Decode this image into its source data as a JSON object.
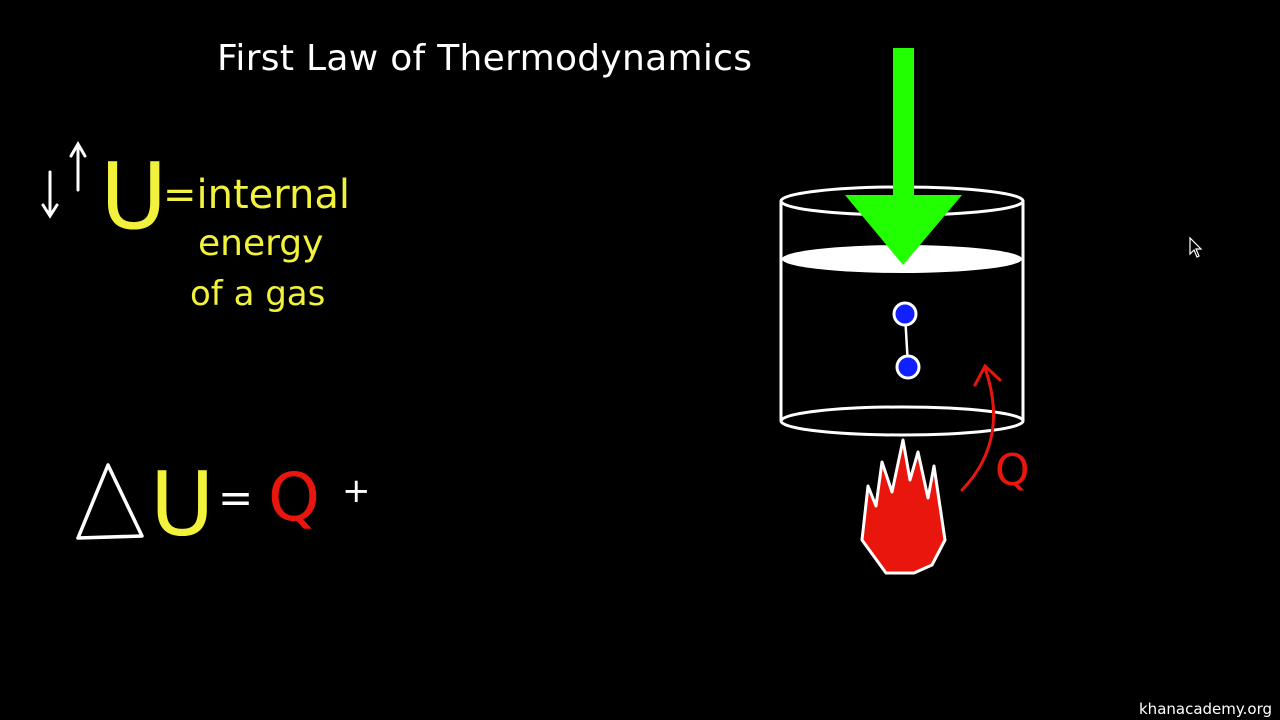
{
  "title": "First Law of Thermodynamics",
  "watermark": "khanacademy.org",
  "colors": {
    "background": "#000000",
    "chalk_white": "#ffffff",
    "chalk_yellow": "#f2f23c",
    "heat_red": "#e8160c",
    "work_green": "#22ff00",
    "molecule_blue": "#1020ff"
  },
  "notes": {
    "U_symbol": "U",
    "definition_line1": "=internal",
    "definition_line2": "energy",
    "definition_line3": "of a gas"
  },
  "equation": {
    "delta": "Δ",
    "U": "U",
    "equals": "=",
    "Q": "Q",
    "plus": "+"
  },
  "diagram": {
    "heat_label": "Q"
  },
  "icons": [
    "up-arrow-icon",
    "down-arrow-icon",
    "cursor-icon",
    "flame-icon",
    "push-arrow-icon"
  ]
}
